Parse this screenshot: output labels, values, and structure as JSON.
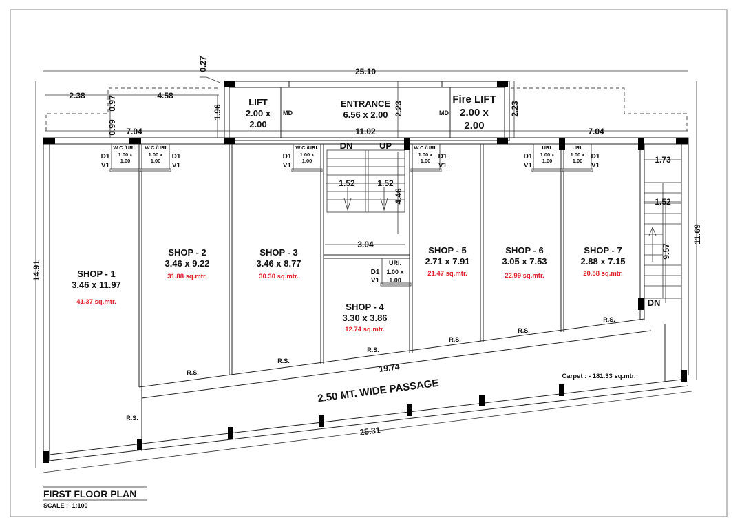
{
  "drawing": {
    "title": "FIRST FLOOR PLAN",
    "scale": "SCALE :- 1:100",
    "carpet": "Carpet : - 181.33 sq.mtr.",
    "passage": "2.50 MT. WIDE PASSAGE",
    "accent_color": "#e0202a"
  },
  "dimensions": {
    "overall_width": "25.10",
    "front_left": "7.04",
    "front_mid": "11.02",
    "front_right": "7.04",
    "left_offset": "2.38",
    "left_setback": "4.58",
    "v_099": "0.99",
    "v_097": "0.97",
    "v_027": "0.27",
    "v_196": "1.96",
    "v_223_a": "2.23",
    "v_223_b": "2.23",
    "overall_depth_left": "14.91",
    "overall_depth_right": "11.69",
    "stair_right_width": "1.73",
    "stair_right_flight": "1.52",
    "stair_right_length": "9.57",
    "stair_flight_left": "1.52",
    "stair_flight_right": "1.52",
    "stair_length": "4.46",
    "stair_width": "3.04",
    "storefront": "19.74",
    "passage_length": "25.31"
  },
  "core": {
    "lift": {
      "name": "LIFT",
      "size1": "2.00 x",
      "size2": "2.00"
    },
    "entrance": {
      "name": "ENTRANCE",
      "size": "6.56 x 2.00"
    },
    "fire_lift": {
      "name": "Fire LIFT",
      "size1": "2.00 x",
      "size2": "2.00"
    },
    "md": "MD",
    "dn": "DN",
    "up": "UP",
    "dn_right": "DN"
  },
  "shops": [
    {
      "name": "SHOP - 1",
      "size": "3.46 x 11.97",
      "area": "41.37 sq.mtr."
    },
    {
      "name": "SHOP - 2",
      "size": "3.46 x 9.22",
      "area": "31.88 sq.mtr."
    },
    {
      "name": "SHOP - 3",
      "size": "3.46 x 8.77",
      "area": "30.30 sq.mtr."
    },
    {
      "name": "SHOP - 4",
      "size": "3.30 x 3.86",
      "area": "12.74 sq.mtr."
    },
    {
      "name": "SHOP - 5",
      "size": "2.71 x 7.91",
      "area": "21.47 sq.mtr."
    },
    {
      "name": "SHOP - 6",
      "size": "3.05 x 7.53",
      "area": "22.99 sq.mtr."
    },
    {
      "name": "SHOP - 7",
      "size": "2.88 x 7.15",
      "area": "20.58 sq.mtr."
    }
  ],
  "toilets": {
    "wc": "W.C./URI.",
    "uri": "URI.",
    "size1": "1.00 x",
    "size2": "1.00",
    "door": "D1",
    "vent": "V1"
  },
  "rs": "R.S."
}
